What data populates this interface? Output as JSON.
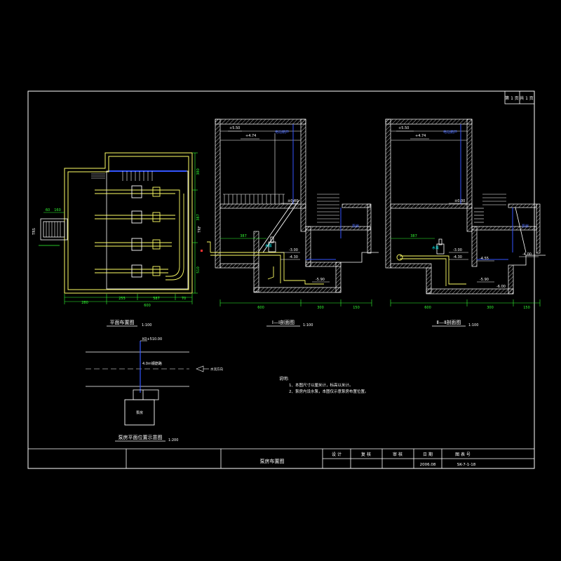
{
  "colors": {
    "background": "#000000",
    "frame": "#ffffff",
    "wall": "#ffffff",
    "pipe": "#ffff66",
    "dimension": "#33ff33",
    "water": "#3355ff",
    "equipment": "#00ffff",
    "accent": "#ff3333"
  },
  "title_block": {
    "page_no": "第 1 页",
    "page_total": "共 1 页",
    "drawing_title": "泵房布置图",
    "col_design": "设 计",
    "col_review": "复 核",
    "col_approve": "审 核",
    "col_date": "日 期",
    "col_number": "图 表 号",
    "date_value": "2006.08",
    "number_value": "SK-7-1-18"
  },
  "plan_view": {
    "title": "平面布置图",
    "scale": "1:100",
    "dims_bottom": [
      "280",
      "255",
      "587",
      "70"
    ],
    "dim_total": "600",
    "dims_left": [
      "60",
      "160"
    ],
    "dims_right": [
      "380",
      "387",
      "510"
    ],
    "left_side_label": "TRS"
  },
  "section_1": {
    "title": "Ⅰ—Ⅰ剖面图",
    "scale": "1:100",
    "elevations": [
      "+5.50",
      "+4.74",
      "±0.00",
      "-3.00",
      "-4.30",
      "-5.90"
    ],
    "dims_bottom": [
      "600",
      "300",
      "150"
    ],
    "dim_inner": "387",
    "labels": {
      "crane": "电动葫芦",
      "motor": "水泵",
      "pump_room": "泵房"
    },
    "left_label": "TRF"
  },
  "section_2": {
    "title": "Ⅱ—Ⅱ剖面图",
    "scale": "1:100",
    "elevations": [
      "+5.50",
      "+4.74",
      "±0.00",
      "-3.00",
      "-4.30",
      "-4.55",
      "-5.90",
      "-6.00",
      "-4.00"
    ],
    "dims_bottom": [
      "600",
      "300",
      "150"
    ],
    "dim_inner": "387",
    "labels": {
      "crane": "电动葫芦",
      "motor": "水泵",
      "pump_room": "泵房"
    }
  },
  "location_plan": {
    "title": "泵房平面位置示意图",
    "scale": "1:200",
    "chainage": "K0+510.00",
    "road_label": "4.0m钢筋路",
    "flow_label": "水流方向",
    "building_label": "泵房"
  },
  "notes": {
    "heading": "说明:",
    "lines": [
      "1、本图尺寸以厘米计，标高以米计。",
      "2、泵房内设水泵，本图仅示意泵房布置位置。"
    ]
  }
}
